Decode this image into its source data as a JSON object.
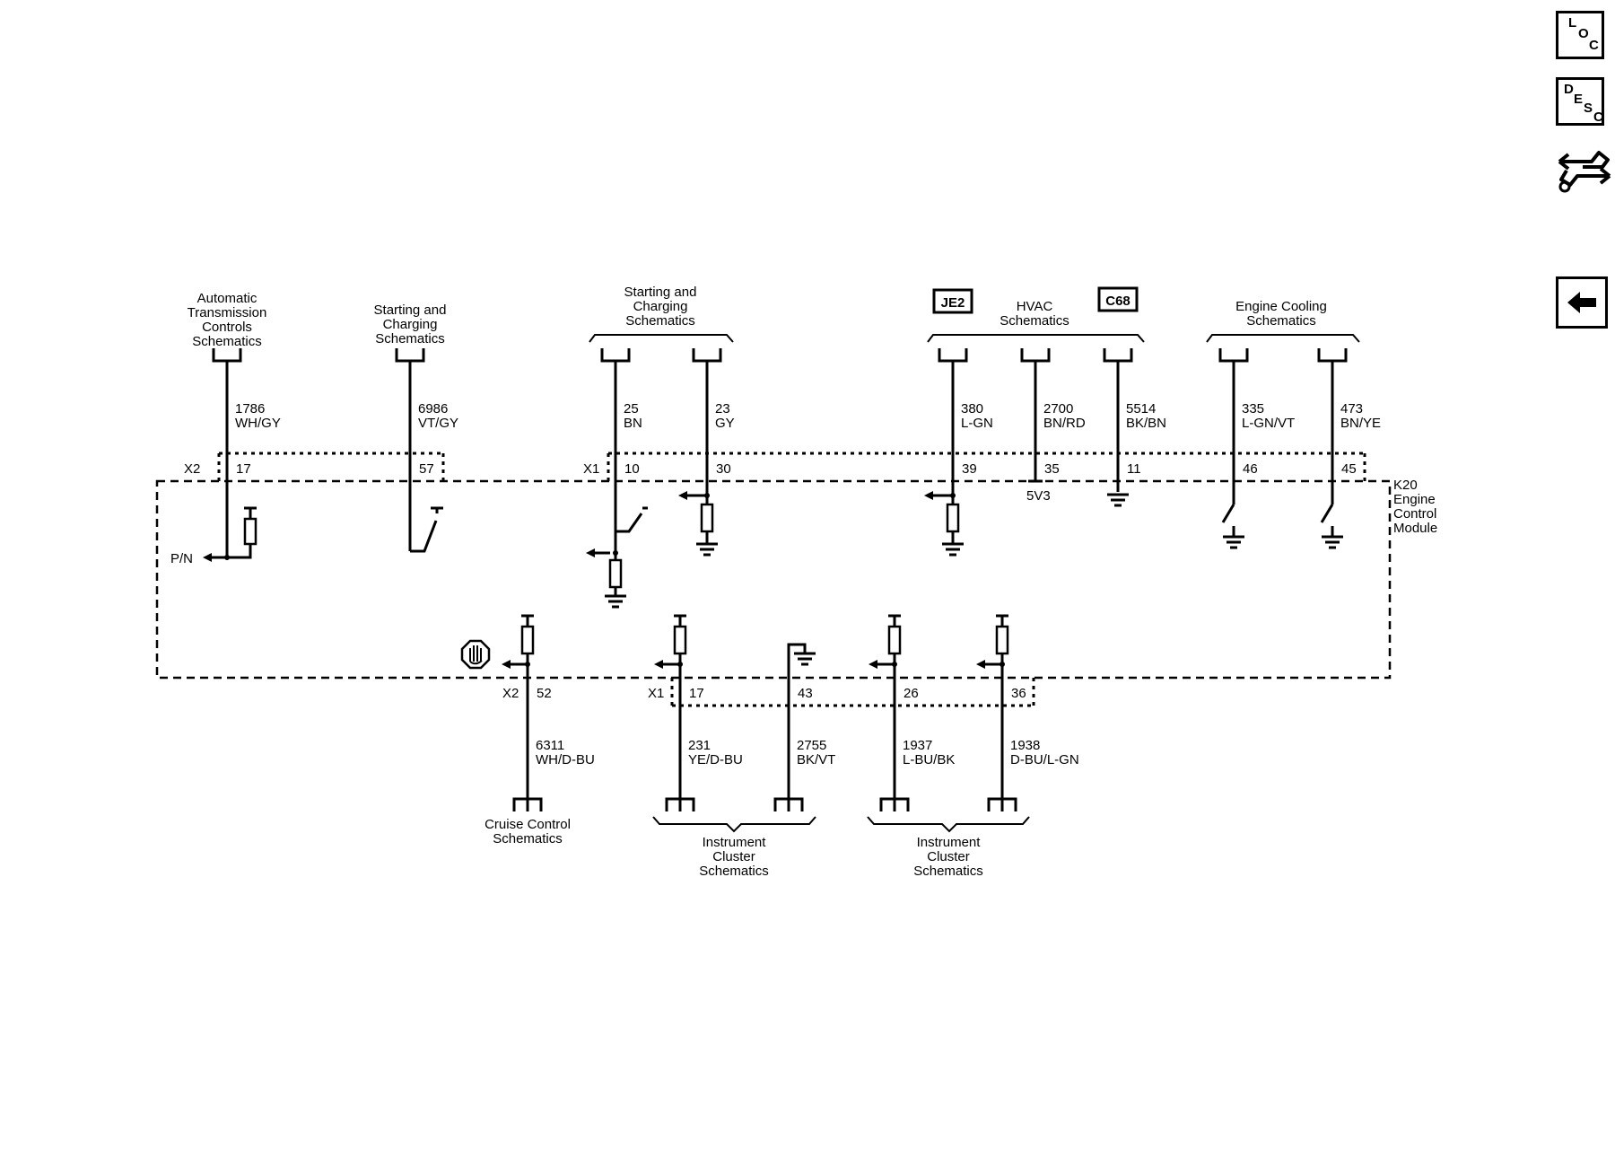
{
  "top_connectors": {
    "auto_trans": [
      "Automatic",
      "Transmission",
      "Controls",
      "Schematics"
    ],
    "starting_charging_1": [
      "Starting and",
      "Charging",
      "Schematics"
    ],
    "starting_charging_2": [
      "Starting and",
      "Charging",
      "Schematics"
    ],
    "hvac": [
      "HVAC",
      "Schematics"
    ],
    "hvac_option_left": "JE2",
    "hvac_option_right": "C68",
    "engine_cooling": [
      "Engine Cooling",
      "Schematics"
    ]
  },
  "top_wires": [
    {
      "circuit": "1786",
      "color": "WH/GY",
      "pin": "17"
    },
    {
      "circuit": "6986",
      "color": "VT/GY",
      "pin": "57"
    },
    {
      "circuit": "25",
      "color": "BN",
      "pin": "10"
    },
    {
      "circuit": "23",
      "color": "GY",
      "pin": "30"
    },
    {
      "circuit": "380",
      "color": "L-GN",
      "pin": "39"
    },
    {
      "circuit": "2700",
      "color": "BN/RD",
      "pin": "35"
    },
    {
      "circuit": "5514",
      "color": "BK/BN",
      "pin": "11"
    },
    {
      "circuit": "335",
      "color": "L-GN/VT",
      "pin": "46"
    },
    {
      "circuit": "473",
      "color": "BN/YE",
      "pin": "45"
    }
  ],
  "bottom_wires": [
    {
      "circuit": "6311",
      "color": "WH/D-BU",
      "pin": "52"
    },
    {
      "circuit": "231",
      "color": "YE/D-BU",
      "pin": "17"
    },
    {
      "circuit": "2755",
      "color": "BK/VT",
      "pin": "43"
    },
    {
      "circuit": "1937",
      "color": "L-BU/BK",
      "pin": "26"
    },
    {
      "circuit": "1938",
      "color": "D-BU/L-GN",
      "pin": "36"
    }
  ],
  "connector_labels": {
    "top_x2": "X2",
    "top_x1": "X1",
    "bottom_x2": "X2",
    "bottom_x1": "X1"
  },
  "module": {
    "id": "K20",
    "name": [
      "Engine",
      "Control",
      "Module"
    ]
  },
  "internal_labels": {
    "pn": "P/N",
    "ref_voltage": "5V3"
  },
  "bottom_connectors": {
    "cruise": [
      "Cruise Control",
      "Schematics"
    ],
    "cluster_1": [
      "Instrument",
      "Cluster",
      "Schematics"
    ],
    "cluster_2": [
      "Instrument",
      "Cluster",
      "Schematics"
    ]
  },
  "nav_buttons": {
    "loc": [
      "L",
      "O",
      "C"
    ],
    "desc": [
      "D",
      "E",
      "S",
      "C"
    ],
    "icons": [
      "wrench-arrows-icon",
      "back-arrow-icon"
    ]
  }
}
